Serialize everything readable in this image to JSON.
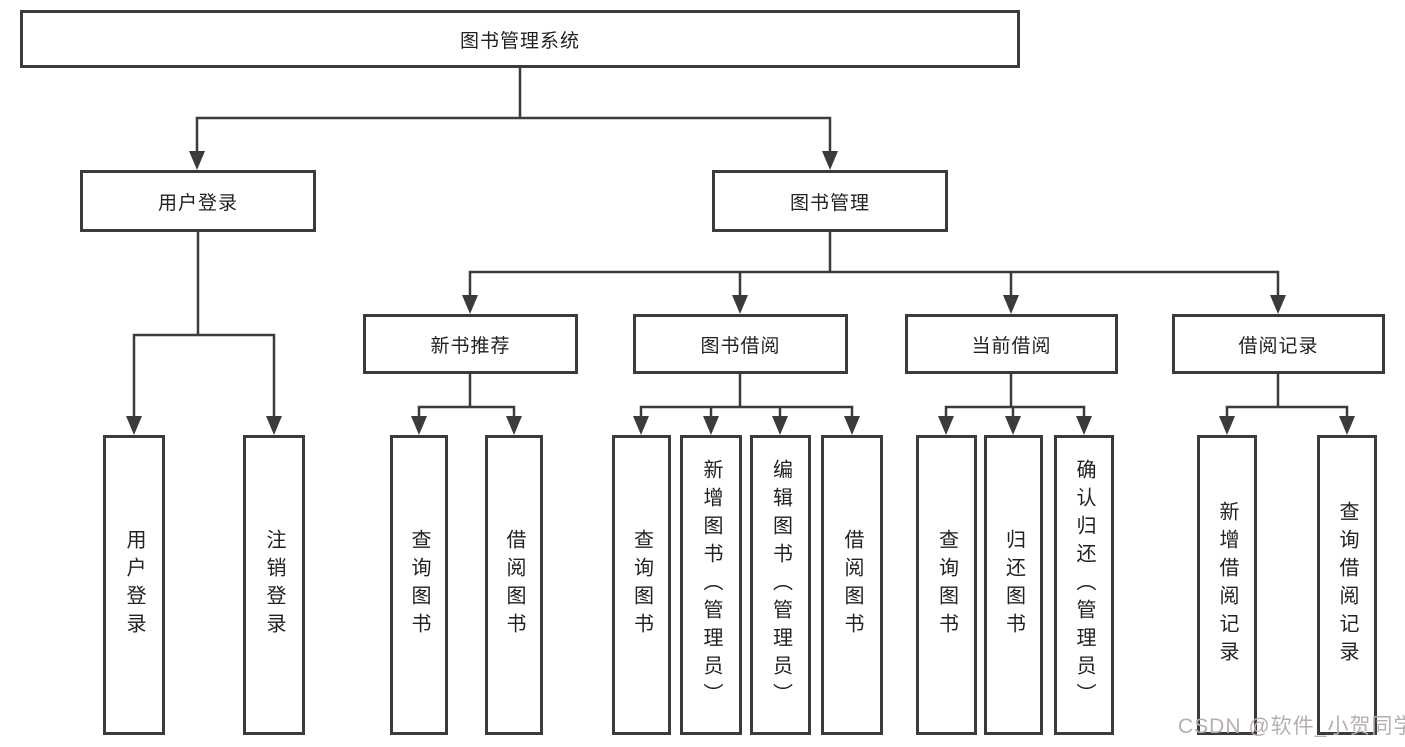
{
  "nodes": {
    "root": "图书管理系统",
    "user_login": "用户登录",
    "book_mgmt": "图书管理",
    "new_book_rec": "新书推荐",
    "book_borrow": "图书借阅",
    "current_borrow": "当前借阅",
    "borrow_records": "借阅记录",
    "user_login_leaf": "用户登录",
    "logout_leaf": "注销登录",
    "rec_query_book": "查询图书",
    "rec_borrow_book": "借阅图书",
    "bb_query_book": "查询图书",
    "bb_add_book": "新增图书（管理员）",
    "bb_edit_book": "编辑图书（管理员）",
    "bb_borrow_book": "借阅图书",
    "cb_query_book": "查询图书",
    "cb_return_book": "归还图书",
    "cb_confirm_return": "确认归还（管理员）",
    "br_add_record": "新增借阅记录",
    "br_query_record": "查询借阅记录"
  },
  "watermark": {
    "text": "CSDN @软件_小贺同学",
    "color": "#b7afaf"
  },
  "colors": {
    "line": "#3b3b3b",
    "text": "#222222",
    "background": "#ffffff"
  }
}
